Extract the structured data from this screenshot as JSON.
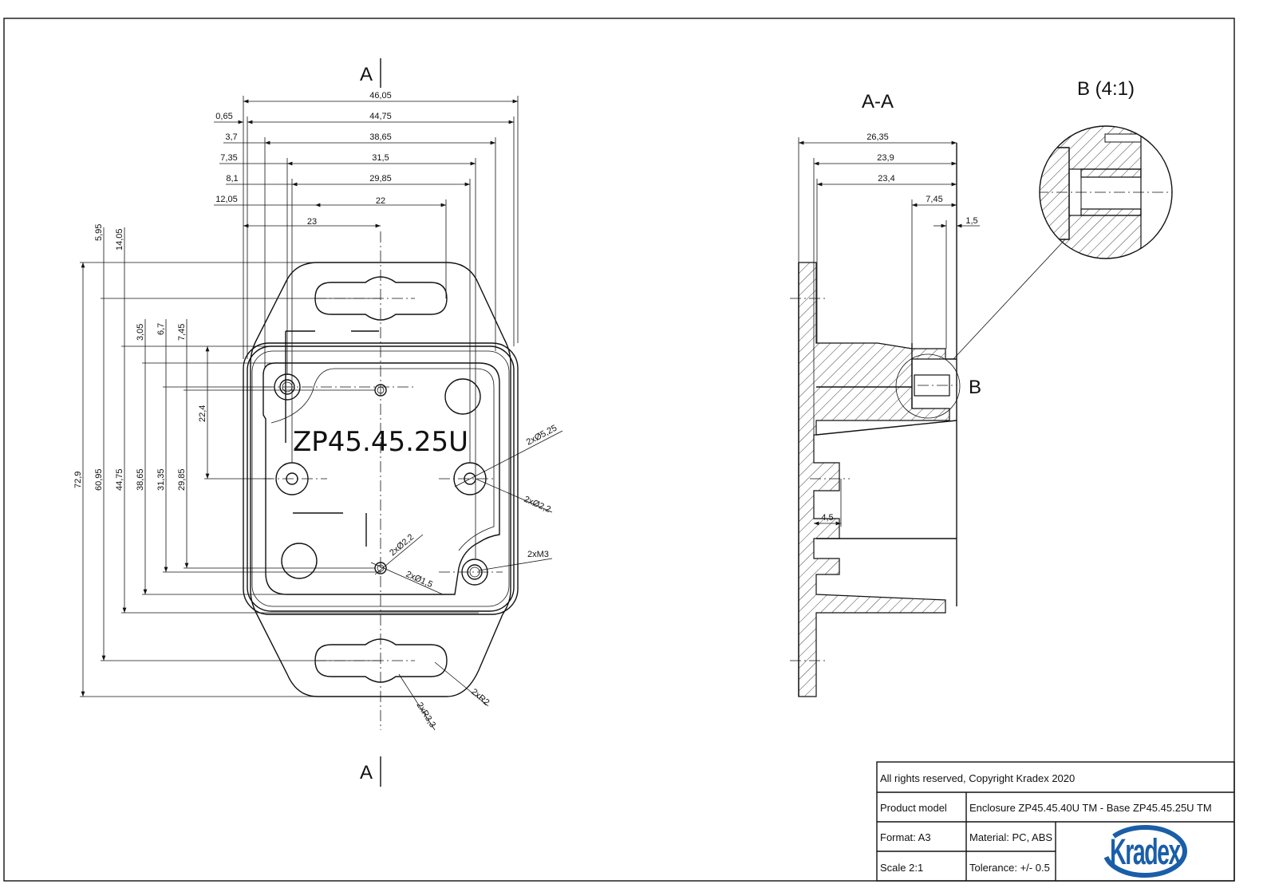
{
  "section_labels": {
    "a_top": "A",
    "a_bottom": "A",
    "section_view": "A-A",
    "detail_view": "B (4:1)",
    "detail_marker": "B"
  },
  "part_marking": "ZP45.45.25U",
  "horizontal_dims": {
    "d46_05": "46,05",
    "d0_65": "0,65",
    "d44_75": "44,75",
    "d3_7": "3,7",
    "d38_65": "38,65",
    "d7_35": "7,35",
    "d31_5": "31,5",
    "d8_1": "8,1",
    "d29_85": "29,85",
    "d12_05": "12,05",
    "d22": "22",
    "d23": "23"
  },
  "vertical_dims": {
    "d5_95": "5,95",
    "d14_05": "14,05",
    "d72_9": "72,9",
    "d60_95": "60,95",
    "d44_75": "44,75",
    "d3_05": "3,05",
    "d6_7": "6,7",
    "d7_45": "7,45",
    "d38_65": "38,65",
    "d31_35": "31,35",
    "d29_85": "29,85",
    "d22_4": "22,4"
  },
  "annotations": {
    "hole_5_25": "2xØ5,25",
    "hole_2_2a": "2xØ2,2",
    "hole_2_2b": "2xØ2,2",
    "hole_1_5": "2xØ1,5",
    "thread": "2xM3",
    "radius_2": "2xR2",
    "radius_3_3": "2xR3,3"
  },
  "section_dims": {
    "d26_35": "26,35",
    "d23_9": "23,9",
    "d23_4": "23,4",
    "d7_45": "7,45",
    "d1_5": "1,5",
    "d4_5": "4,5"
  },
  "title_block": {
    "copyright": "All rights reserved, Copyright Kradex 2020",
    "product_model_label": "Product model",
    "product_model_value": "Enclosure ZP45.45.40U TM - Base ZP45.45.25U TM",
    "format": "Format: A3",
    "material": "Material: PC, ABS",
    "scale": "Scale 2:1",
    "tolerance": "Tolerance: +/- 0.5",
    "logo": "Kradex",
    "logo_color": "#1a5ea8"
  }
}
